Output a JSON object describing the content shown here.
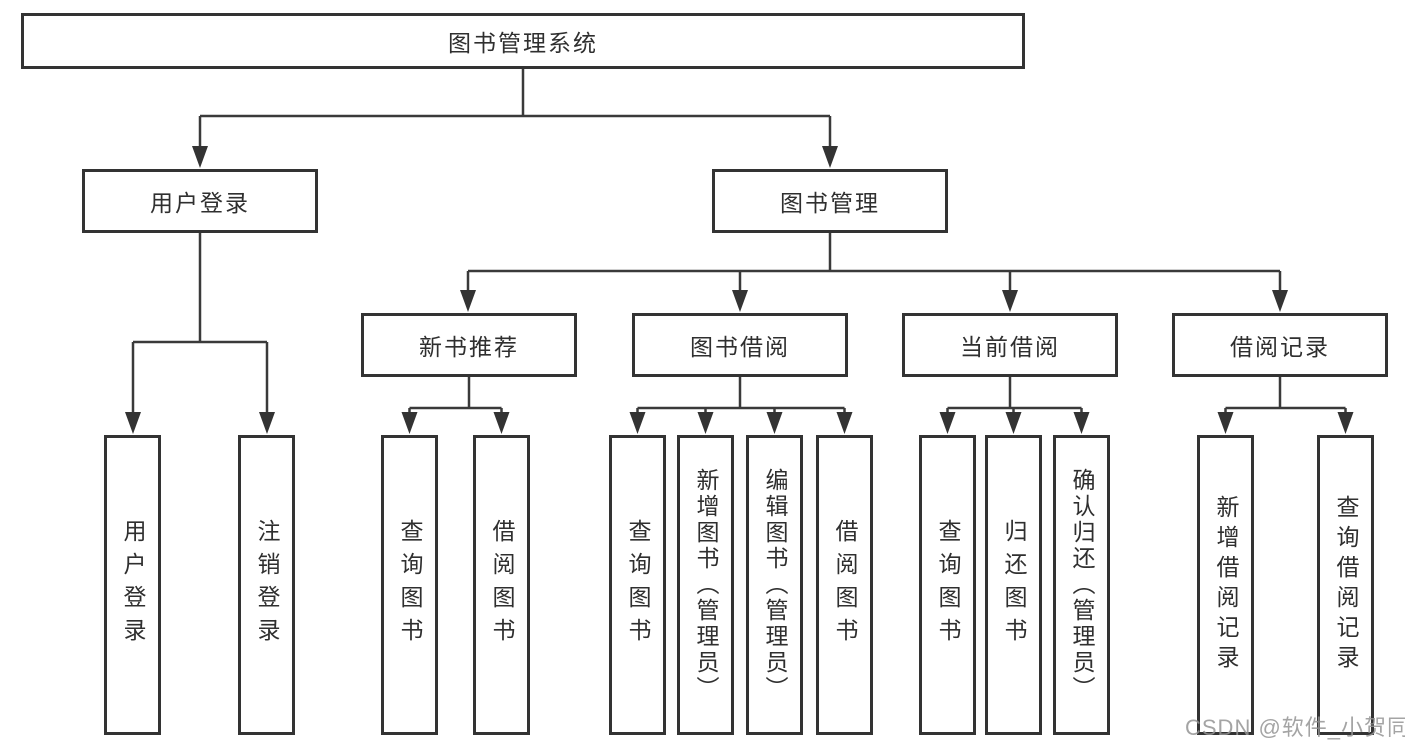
{
  "tree": {
    "label": "图书管理系统",
    "children": [
      {
        "label": "用户登录",
        "children": [
          {
            "label": "用户登录"
          },
          {
            "label": "注销登录"
          }
        ]
      },
      {
        "label": "图书管理",
        "children": [
          {
            "label": "新书推荐",
            "children": [
              {
                "label": "查询图书"
              },
              {
                "label": "借阅图书"
              }
            ]
          },
          {
            "label": "图书借阅",
            "children": [
              {
                "label": "查询图书"
              },
              {
                "label": "新增图书（管理员）"
              },
              {
                "label": "编辑图书（管理员）"
              },
              {
                "label": "借阅图书"
              }
            ]
          },
          {
            "label": "当前借阅",
            "children": [
              {
                "label": "查询图书"
              },
              {
                "label": "归还图书"
              },
              {
                "label": "确认归还（管理员）"
              }
            ]
          },
          {
            "label": "借阅记录",
            "children": [
              {
                "label": "新增借阅记录"
              },
              {
                "label": "查询借阅记录"
              }
            ]
          }
        ]
      }
    ]
  },
  "watermark": {
    "text": "CSDN @软件_小贺同学"
  },
  "colors": {
    "line": "#3a3a3a",
    "arrow": "#333333",
    "box_border": "#333333",
    "text": "#2f2f2f",
    "watermark": "#949494",
    "background": "#ffffff"
  }
}
